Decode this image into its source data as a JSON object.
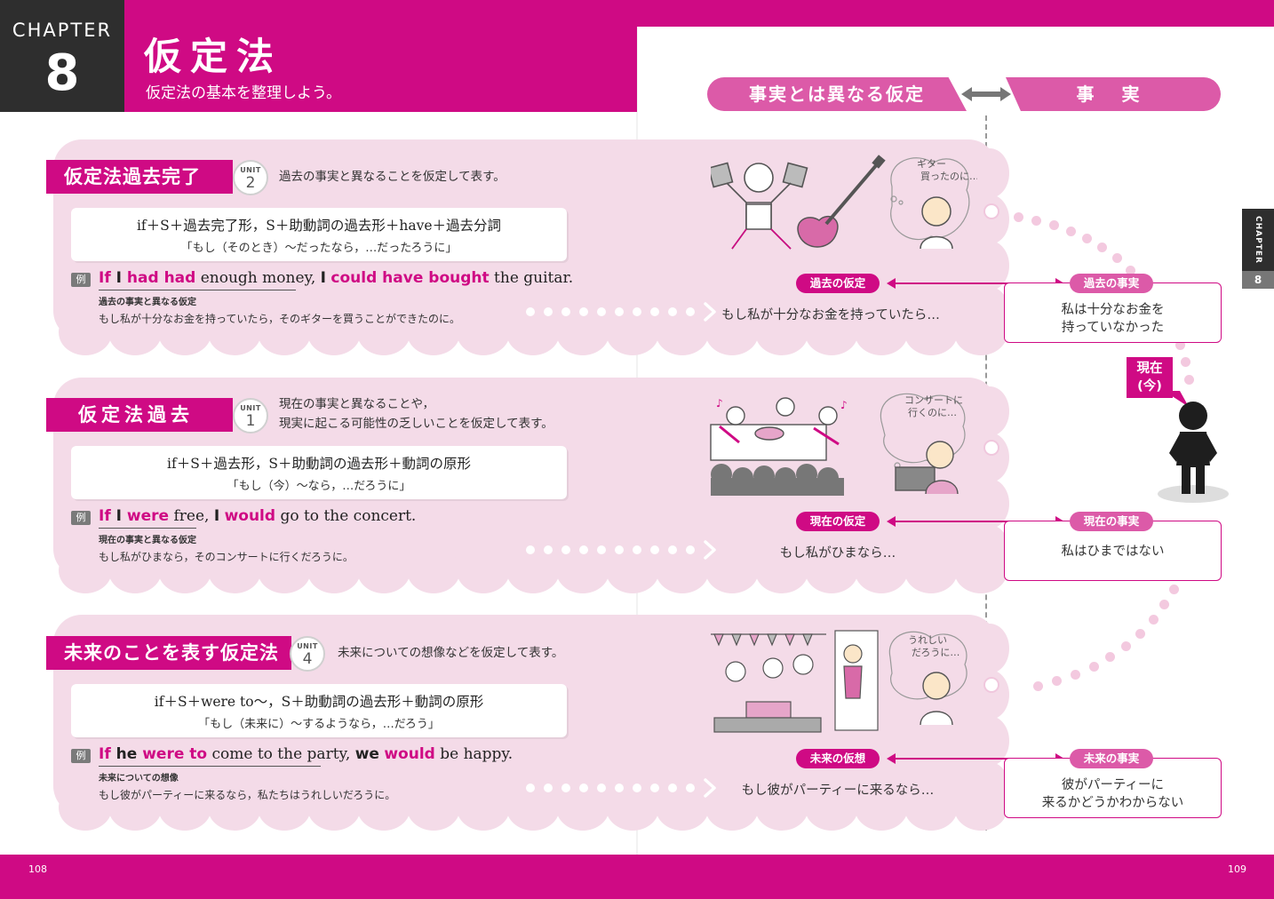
{
  "header": {
    "chapter_word": "CHAPTER",
    "chapter_number": "8",
    "title": "仮定法",
    "subtitle": "仮定法の基本を整理しよう。"
  },
  "banners": {
    "left": "事実とは異なる仮定",
    "right": "事 実"
  },
  "sections": [
    {
      "label": "仮定法過去完了",
      "unit_word": "UNIT",
      "unit_number": "2",
      "description_line1": "過去の事実と異なることを仮定して表す。",
      "description_line2": "",
      "formula_line1": "if＋S＋過去完了形，S＋助動詞の過去形＋have＋過去分詞",
      "formula_line2": "「もし（そのとき）～だったなら，…だったろうに」",
      "example_tag": "例",
      "example_parts": [
        "If",
        " I ",
        "had had",
        " enough money, ",
        "I",
        " ",
        "could have bought",
        " the guitar."
      ],
      "note": "過去の事実と異なる仮定",
      "translation": "もし私が十分なお金を持っていたら，そのギターを買うことができたのに。",
      "thought_text": "ギター\n買ったのに…",
      "hyp_pill": "過去の仮定",
      "hyp_text": "もし私が十分なお金を持っていたら…",
      "fact_pill": "過去の事実",
      "fact_line1": "私は十分なお金を",
      "fact_line2": "持っていなかった"
    },
    {
      "label": "仮定法過去",
      "unit_word": "UNIT",
      "unit_number": "1",
      "description_line1": "現在の事実と異なることや，",
      "description_line2": "現実に起こる可能性の乏しいことを仮定して表す。",
      "formula_line1": "if＋S＋過去形，S＋助動詞の過去形＋動詞の原形",
      "formula_line2": "「もし（今）～なら，…だろうに」",
      "example_tag": "例",
      "example_parts": [
        "If",
        " I ",
        "were",
        " free, ",
        "I",
        " ",
        "would",
        " go to the concert."
      ],
      "note": "現在の事実と異なる仮定",
      "translation": "もし私がひまなら，そのコンサートに行くだろうに。",
      "thought_text": "コンサートに\n行くのに…",
      "hyp_pill": "現在の仮定",
      "hyp_text": "もし私がひまなら…",
      "fact_pill": "現在の事実",
      "fact_line1": "私はひまではない",
      "fact_line2": ""
    },
    {
      "label": "未来のことを表す仮定法",
      "unit_word": "UNIT",
      "unit_number": "4",
      "description_line1": "未来についての想像などを仮定して表す。",
      "description_line2": "",
      "formula_line1": "if＋S＋were to～，S＋助動詞の過去形＋動詞の原形",
      "formula_line2": "「もし（未来に）～するようなら，…だろう」",
      "example_tag": "例",
      "example_parts": [
        "If",
        " he ",
        "were to",
        " come to the party, ",
        "we",
        " ",
        "would",
        " be happy."
      ],
      "note": "未来についての想像",
      "translation": "もし彼がパーティーに来るなら，私たちはうれしいだろうに。",
      "thought_text": "うれしい\nだろうに…",
      "hyp_pill": "未来の仮想",
      "hyp_text": "もし彼がパーティーに来るなら…",
      "fact_pill": "未来の事実",
      "fact_line1": "彼がパーティーに",
      "fact_line2": "来るかどうかわからない"
    }
  ],
  "now_sign": {
    "line1": "現在",
    "line2": "(今)"
  },
  "side_tab": {
    "word": "CHAPTER",
    "number": "8"
  },
  "footer": {
    "page_left": "108",
    "page_right": "109"
  },
  "colors": {
    "magenta": "#cf0a84",
    "pink_light": "#f4dbe8",
    "pink_mid": "#dc5aa8",
    "dark": "#2e2e2e"
  }
}
